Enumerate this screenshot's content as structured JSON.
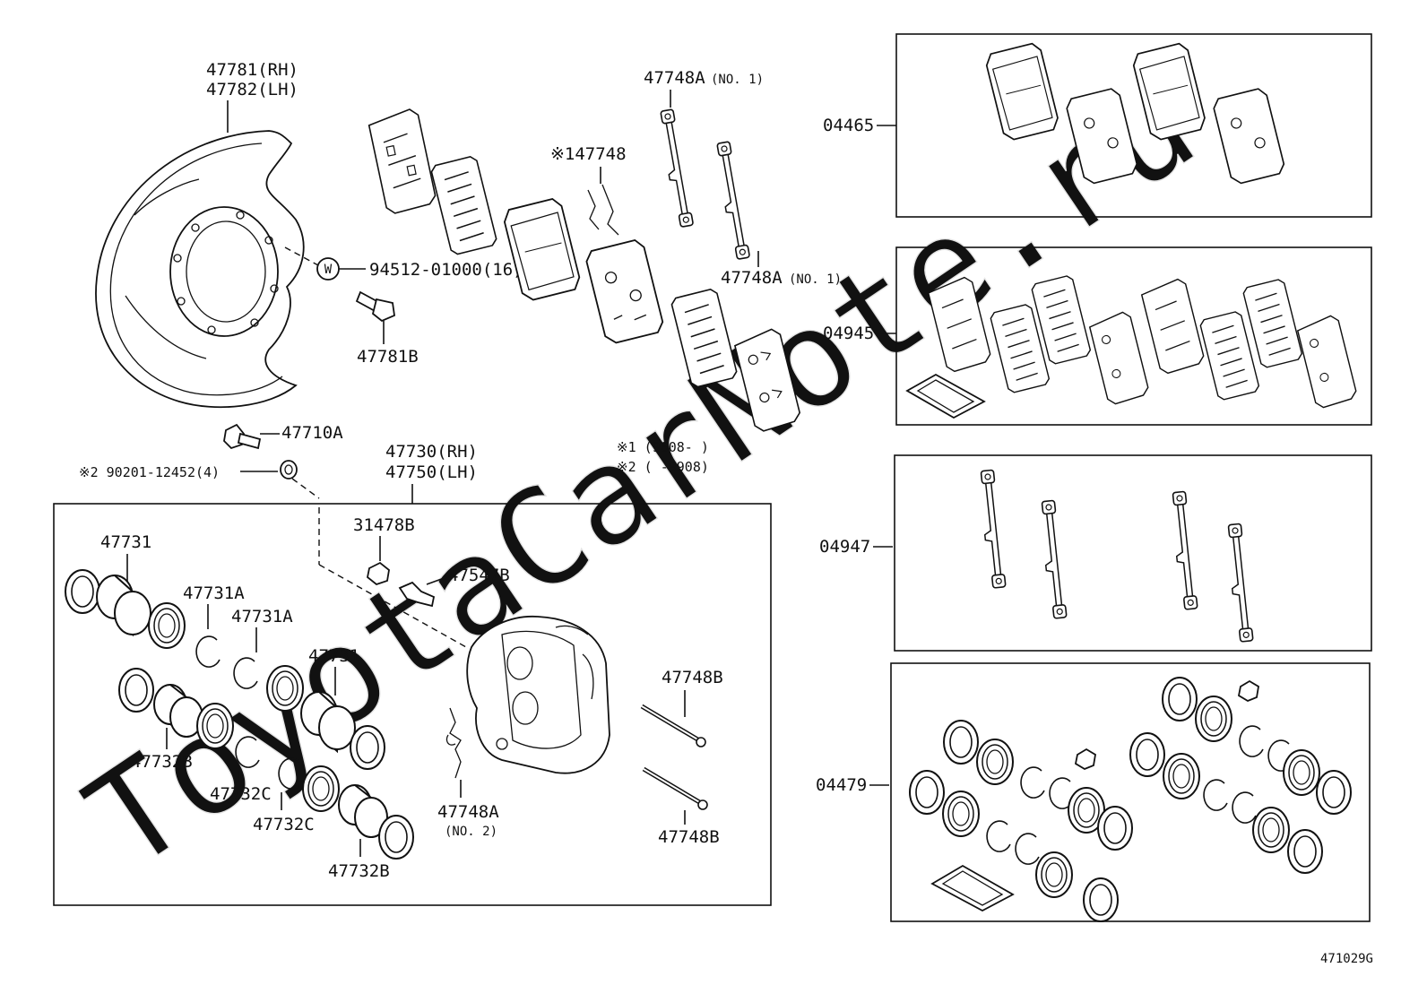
{
  "watermark": "ToyotaCarNote.ru",
  "diagram_id": "471029G",
  "notes": {
    "note1": "※1 (9808-     )",
    "note2": "※2 (     -9908)"
  },
  "labels": {
    "shield_rh": "47781(RH)",
    "shield_lh": "47782(LH)",
    "washer_code": "W",
    "washer_part": "94512-01000(16)",
    "shield_bolt": "47781B",
    "caliper_bolt": "47710A",
    "caliper_washer": "※2 90201-12452(4)",
    "caliper_rh": "47730(RH)",
    "caliper_lh": "47750(LH)",
    "bleeder_cap": "31478B",
    "bleeder_plug": "47547B",
    "anti_squeal_spring": "※147748",
    "pad_clip_top": "47748A",
    "pad_clip_top_note": "(NO. 1)",
    "pad_clip_right": "47748A",
    "pad_clip_right_note": "(NO. 1)",
    "pad_clip_bottom": "47748A",
    "pad_clip_bottom_note": "(NO. 2)",
    "pin_upper": "47748B",
    "pin_lower": "47748B",
    "piston_a": "47731",
    "ring_a1": "47731A",
    "ring_a2": "47731A",
    "piston_b": "47731",
    "seal_b1": "47732B",
    "ring_c1": "47732C",
    "ring_c2": "47732C",
    "seal_b2": "47732B",
    "kit_pads": "04465",
    "kit_shims": "04945",
    "kit_clips": "04947",
    "kit_seals": "04479"
  }
}
